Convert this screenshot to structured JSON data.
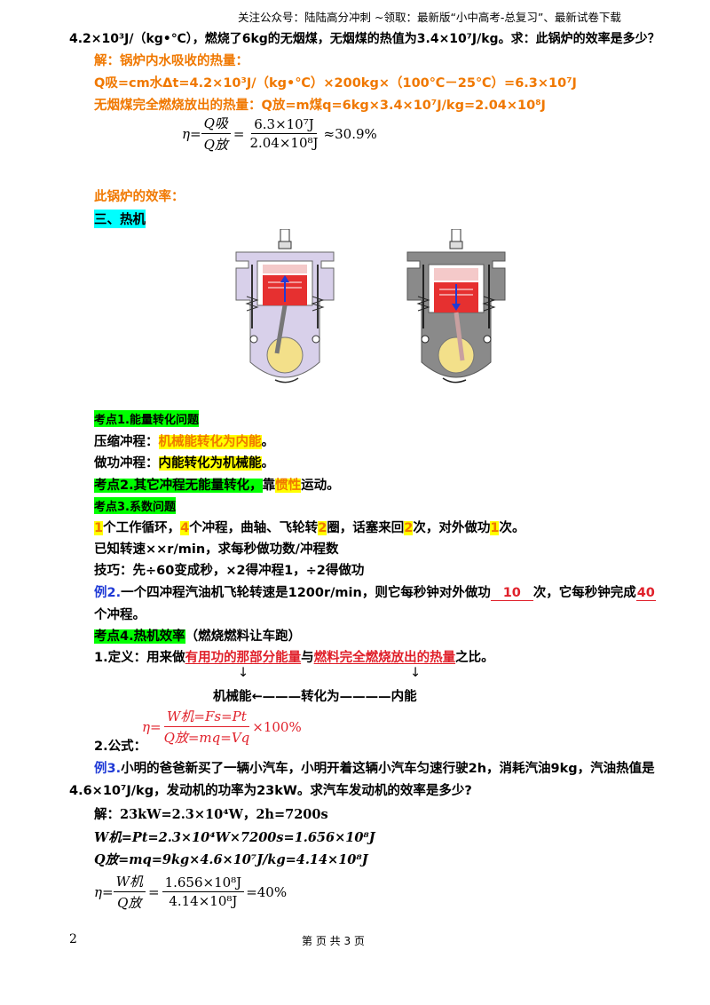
{
  "header": {
    "text": "关注公众号：陆陆高分冲刺 ~领取：最新版“小中高考-总复习”、最新试卷下载"
  },
  "problem1": {
    "question": "4.2×10³J/（kg•℃），燃烧了6kg的无烟煤，无烟煤的热值为3.4×10⁷J/kg。求：此锅炉的效率是多少？",
    "sol_label": "解：锅炉内水吸收的热量：",
    "q_absorb": "Q吸=cm水Δt=4.2×10³J/（kg•℃）×200kg×（100℃－25℃）=6.3×10⁷J",
    "coal_label": "无烟煤完全燃烧放出的热量：",
    "q_release": "Q放=m煤q=6kg×3.4×10⁷J/kg=2.04×10⁸J",
    "eff_label": "此锅炉的效率：",
    "eta": "η=",
    "frac_num_sym": "Q吸",
    "frac_den_sym": "Q放",
    "frac_num_val": "6.3×10⁷J",
    "frac_den_val": "2.04×10⁸J",
    "result": "≈30.9%"
  },
  "section3": {
    "title": "三、热机"
  },
  "kaodian1": {
    "title": "考点1.能量转化问题",
    "compress_label": "压缩冲程：",
    "compress_value": "机械能转化为内能",
    "power_label": "做功冲程：",
    "power_value": "内能转化为机械能",
    "period": "。"
  },
  "kaodian2": {
    "title": "考点2.其它冲程无能量转化，",
    "rest_a": "靠",
    "inertia": "惯性",
    "rest_b": "运动。"
  },
  "kaodian3": {
    "title": "考点3.系数问题",
    "n1": "1",
    "t1": "个工作循环，",
    "n4": "4",
    "t2": "个冲程，曲轴、飞轮转",
    "n2a": "2",
    "t3": "圈，话塞来回",
    "n2b": "2",
    "t4": "次，对外做功",
    "n1b": "1",
    "t5": "次。",
    "line2": "已知转速××r/min，求每秒做功数/冲程数",
    "line3": "技巧：先÷60变成秒，×2得冲程1，÷2得做功"
  },
  "example2": {
    "label": "例2.",
    "text_a": "一个四冲程汽油机飞轮转速是1200r/min，则它每秒钟对外做功",
    "blank1": "10",
    "text_b": "次，它每秒钟完成",
    "blank2": "40",
    "text_c": "个冲程。"
  },
  "kaodian4": {
    "title": "考点4.热机效率",
    "subtitle": "（燃烧燃料让车跑）",
    "def_label": "1.定义：用来做",
    "def_useful": "有用功的那部分能量",
    "def_mid": "与",
    "def_fuel": "燃料完全燃烧放出的热量",
    "def_end": "之比。",
    "arrow_down": "↓",
    "convert_line": "机械能←———转化为————内能",
    "formula_label": "2.公式：",
    "eta": "η=",
    "f_num": "W机=Fs=Pt",
    "f_den": "Q放=mq=Vq",
    "f_tail": "×100%"
  },
  "example3": {
    "label": "例3.",
    "text_line1": "小明的爸爸新买了一辆小汽车，小明开着这辆小汽车匀速行驶2h，消耗汽油9kg，汽油热值是",
    "text_line2": "4.6×10⁷J/kg，发动机的功率为23kW。求汽车发动机的效率是多少?",
    "sol1": "解：23kW=2.3×10⁴W，2h=7200s",
    "sol2": "W机=Pt=2.3×10⁴W×7200s=1.656×10⁸J",
    "sol3": "Q放=mq=9kg×4.6×10⁷J/kg=4.14×10⁸J",
    "eta": "η=",
    "num_sym": "W机",
    "den_sym": "Q放",
    "num_val": "1.656×10⁸J",
    "den_val": "4.14×10⁸J",
    "result": "=40%"
  },
  "footer": {
    "page_num": "2",
    "page_text": "第 页 共 3 页"
  },
  "colors": {
    "red": "#e0202a",
    "orange": "#f07800",
    "blue": "#1f3ad6",
    "green_hl": "#00ff00",
    "cyan_hl": "#00ffff",
    "yellow_hl": "#ffff00",
    "engine1_body": "#d8d0ea",
    "engine2_body": "#8a8a8a"
  }
}
